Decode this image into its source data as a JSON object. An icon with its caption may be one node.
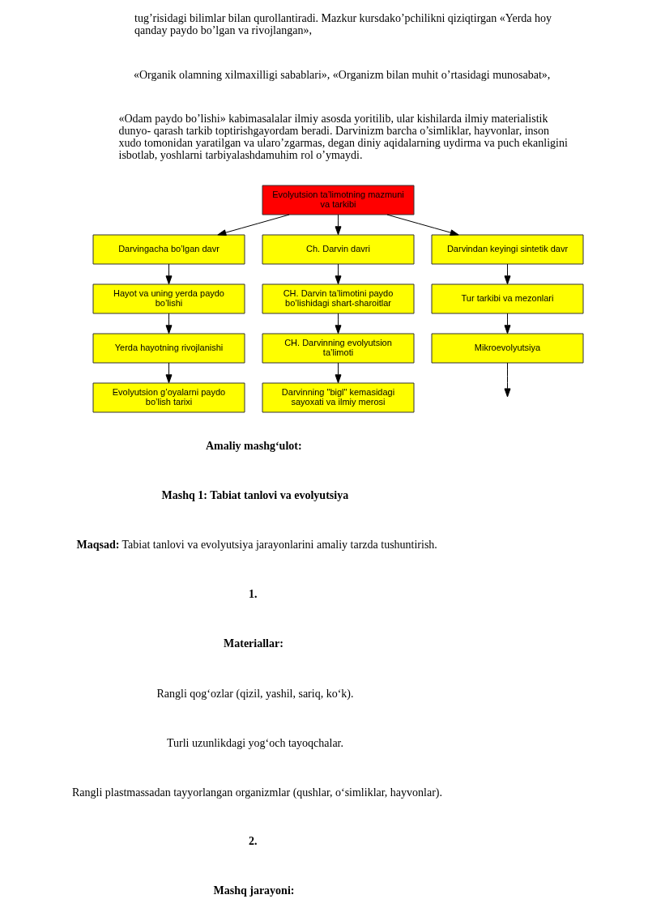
{
  "diagram": {
    "nodes": [
      {
        "text": [
          "Evolyutsion ta’limotning mazmuni va tarkibi"
        ]
      },
      {
        "text": [
          "Darvingacha bo’lgan davr"
        ]
      },
      {
        "text": [
          "Ch. Darvin davri"
        ]
      },
      {
        "text": [
          "Darvindan keyingi sintetik davr"
        ]
      },
      {
        "text": [
          "Hayot va uning yerda paydo bo’lishi"
        ]
      },
      {
        "text": [
          "Yerda hayotning rivojlanishi"
        ]
      },
      {
        "text": [
          "Evolyutsion g’oyalarni paydo bo’lish tarixi"
        ]
      },
      {
        "text": [
          "CH. Darvin ta’limotini paydo bo’lishidagi shart-sharoitlar"
        ]
      },
      {
        "text": [
          "CH. Darvinning evolyutsion ta’limoti"
        ]
      },
      {
        "text": [
          "Darvinning \"bigl\" kemasidagi sayoxati va ilmiy merosi"
        ]
      },
      {
        "text": [
          "Tur tarkibi va mezonlari"
        ]
      },
      {
        "text": [
          "Mikroevolyutsiya"
        ]
      }
    ],
    "edges": [
      {
        "from": 0,
        "to": 1,
        "arrow": "to"
      },
      {
        "from": 0,
        "to": 2,
        "arrow": "to"
      },
      {
        "from": 0,
        "to": 3,
        "arrow": "to"
      },
      {
        "from": 1,
        "to": 4,
        "arrow": "to"
      },
      {
        "from": 4,
        "to": 5,
        "arrow": "to"
      },
      {
        "from": 5,
        "to": 6,
        "arrow": "to"
      },
      {
        "from": 2,
        "to": 7,
        "arrow": "to"
      },
      {
        "from": 7,
        "to": 8,
        "arrow": "to"
      },
      {
        "from": 8,
        "to": 9,
        "arrow": "to"
      },
      {
        "from": 3,
        "to": 10,
        "arrow": "to"
      },
      {
        "from": 10,
        "to": 11,
        "arrow": "to"
      },
      {
        "from": 11,
        "to": null,
        "arrow": "to"
      }
    ],
    "labels": [
      "tug’risidagi bilimlar bilan qurollantiradi. Mazkur kursdako’pchilikni qiziqtirgan «Yerda hoy qanday paydo bo’lgan va rivojlangan»,",
      "«Organik olamning xilmaxilligi sabablari», «Organizm bilan muhit o’rtasidagi munosabat»,",
      "«Odam paydo bo’lishi» kabimasalalar ilmiy asosda yoritilib, ular kishilarda ilmiy materialistik dunyo- qarash tarkib toptirishgayordam beradi. Darvinizm barcha o’simliklar, hayvonlar, inson xudo tomonidan yaratilgan va ularo’zgarmas, degan diniy aqidalarning uydirma va puch ekanligini isbotlab, yoshlarni tarbiyalashdamuhim rol o’ymaydi.",
      "Amaliy mashg‘ulot:",
      "Mashq 1: Tabiat tanlovi va evolyutsiya",
      "**Maqsad:** Tabiat tanlovi va evolyutsiya jarayonlarini amaliy tarzda tushuntirish.",
      "1.",
      "Materiallar:",
      "Rangli qog‘ozlar (qizil, yashil, sariq, ko‘k).",
      "Turli uzunlikdagi yog‘och tayoqchalar.",
      "Rangli plastmassadan tayyorlangan organizmlar (qushlar, o‘simliklar, hayvonlar).",
      "2.",
      "Mashq jarayoni:"
    ]
  }
}
